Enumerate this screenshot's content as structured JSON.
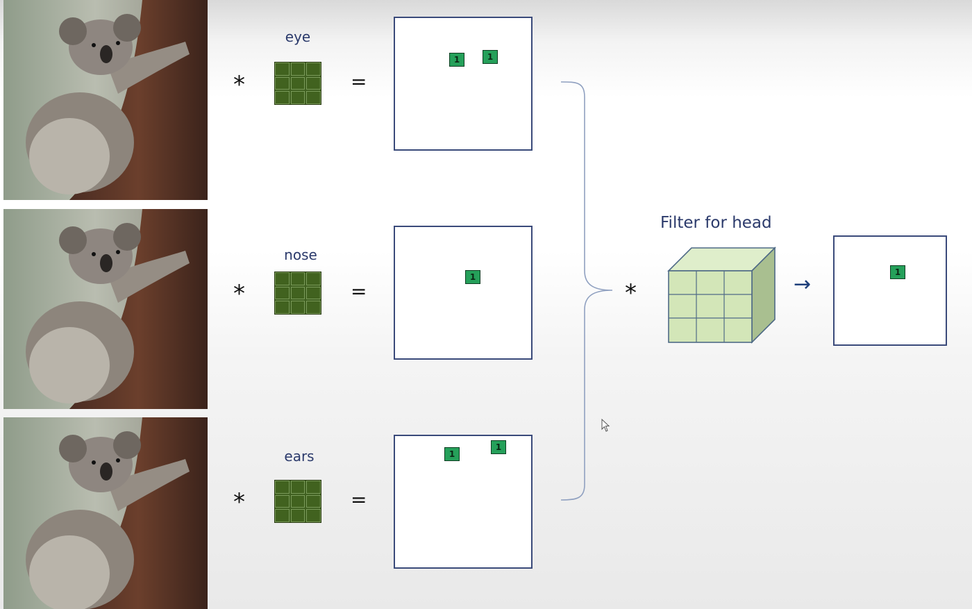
{
  "rows": [
    {
      "feature_label": "eye",
      "convolve_op": "*",
      "equals_op": "=",
      "activations": [
        "1",
        "1"
      ]
    },
    {
      "feature_label": "nose",
      "convolve_op": "*",
      "equals_op": "=",
      "activations": [
        "1"
      ]
    },
    {
      "feature_label": "ears",
      "convolve_op": "*",
      "equals_op": "=",
      "activations": [
        "1",
        "1"
      ]
    }
  ],
  "head": {
    "convolve_op": "*",
    "title": "Filter for head",
    "arrow": "→",
    "activation": "1"
  },
  "colors": {
    "navy": "#2b3a6b",
    "filter_green": "#41621f",
    "activation_green": "#25a05a",
    "cube_face": "#d3e6b8"
  },
  "icons": [
    "koala-photo",
    "brace-icon",
    "arrow-right-icon",
    "mouse-cursor-icon"
  ]
}
